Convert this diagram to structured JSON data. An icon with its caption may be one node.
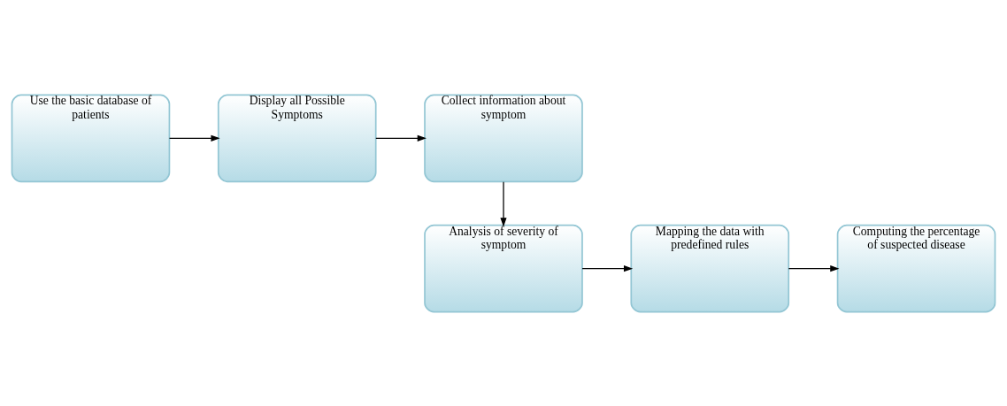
{
  "diagram": {
    "nodes": [
      {
        "text": [
          "Use the basic database of patients"
        ]
      },
      {
        "text": [
          "Display all Possible Symptoms"
        ]
      },
      {
        "text": [
          "Collect information about symptom"
        ]
      },
      {
        "text": [
          "Analysis of severity of symptom"
        ]
      },
      {
        "text": [
          "Mapping the data with predefined rules"
        ]
      },
      {
        "text": [
          "Computing the percentage of suspected disease"
        ]
      }
    ],
    "edges": [
      {
        "from": 0,
        "to": 1,
        "arrow": "to"
      },
      {
        "from": 1,
        "to": 2,
        "arrow": "to"
      },
      {
        "from": 2,
        "to": 3,
        "arrow": "to"
      },
      {
        "from": 3,
        "to": 4,
        "arrow": "to"
      },
      {
        "from": 4,
        "to": 5,
        "arrow": "to"
      }
    ]
  }
}
